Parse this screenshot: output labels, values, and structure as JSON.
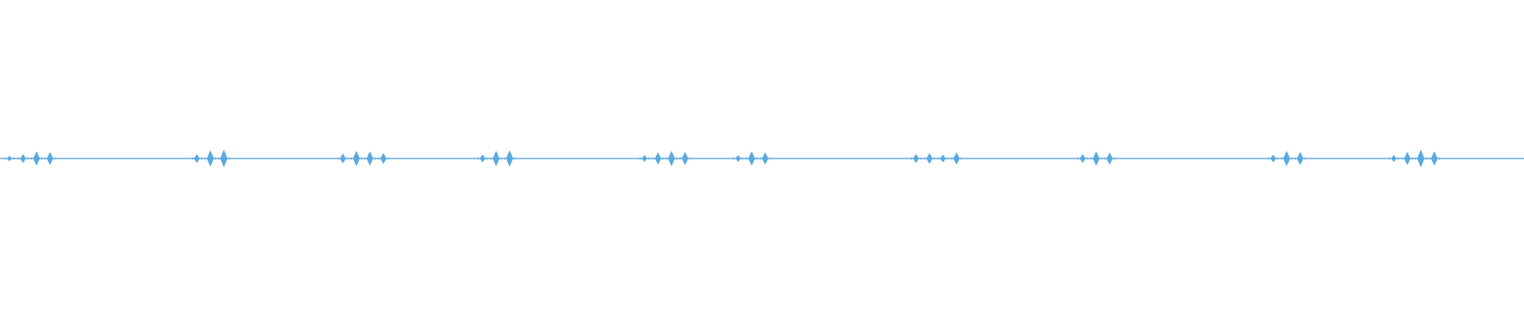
{
  "waveform": {
    "color": "#5aa9e0",
    "background": "#ffffff",
    "pulse_groups": [
      {
        "peaks": [
          0.25,
          0.4,
          0.65,
          0.6
        ]
      },
      {
        "peaks": [
          0.4,
          0.75,
          0.8
        ]
      },
      {
        "peaks": [
          0.45,
          0.7,
          0.65,
          0.5
        ]
      },
      {
        "peaks": [
          0.35,
          0.7,
          0.75
        ]
      },
      {
        "peaks": [
          0.3,
          0.55,
          0.7,
          0.6
        ]
      },
      {
        "peaks": [
          0.3,
          0.65,
          0.55
        ]
      },
      {
        "peaks": [
          0.4,
          0.5,
          0.35,
          0.55
        ]
      },
      {
        "peaks": [
          0.4,
          0.65,
          0.55
        ]
      },
      {
        "peaks": [
          0.35,
          0.7,
          0.6
        ]
      },
      {
        "peaks": [
          0.3,
          0.6,
          0.8,
          0.65
        ]
      }
    ]
  }
}
